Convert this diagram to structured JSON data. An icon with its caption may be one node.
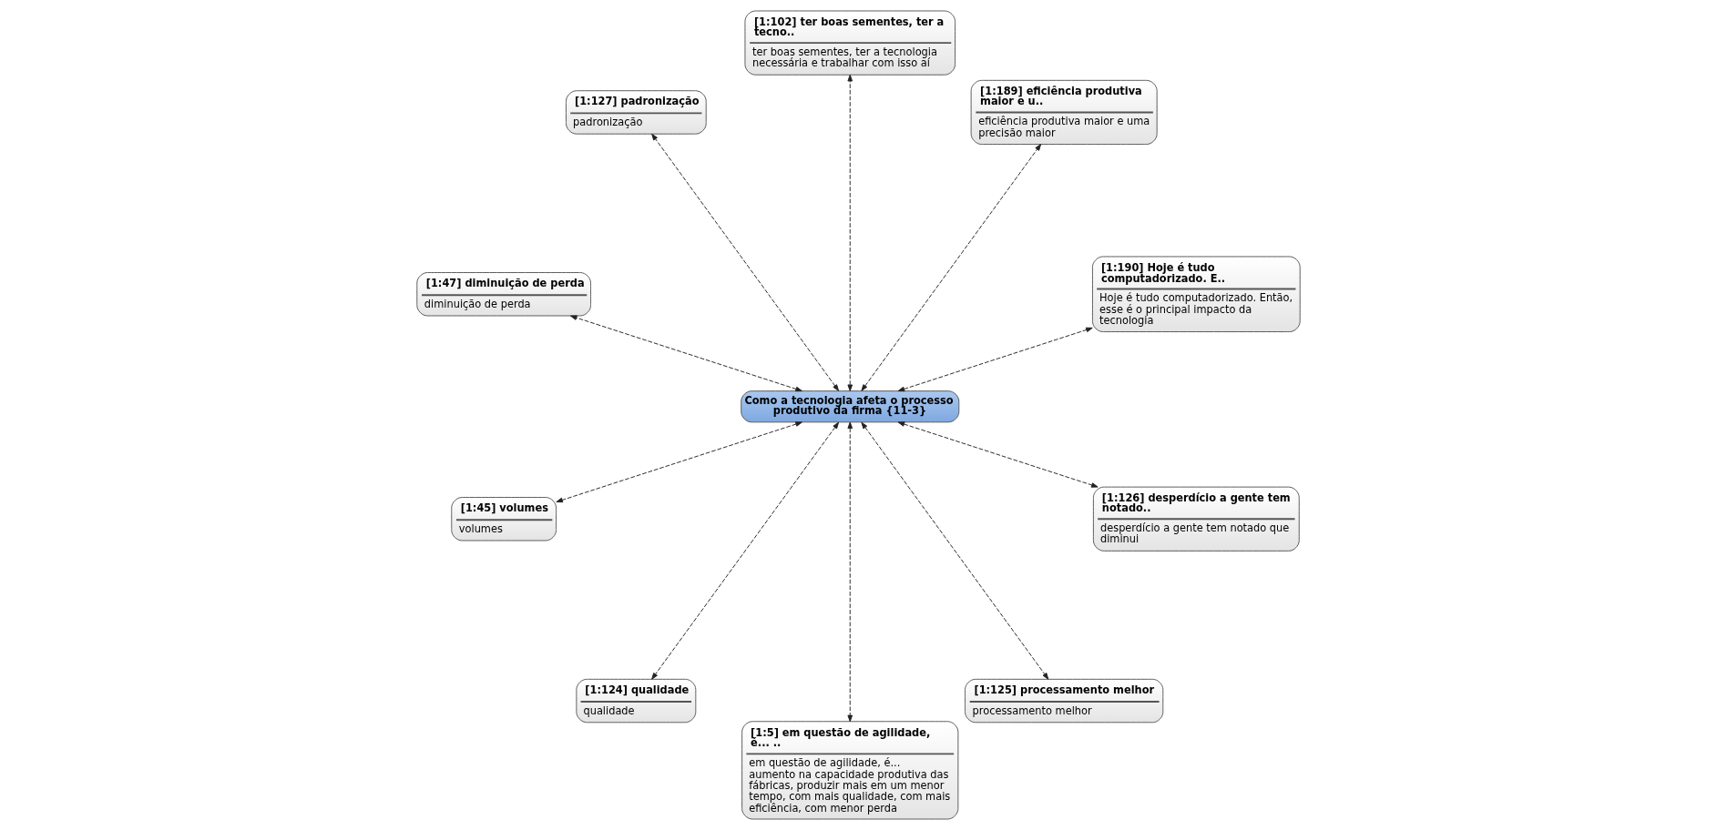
{
  "diagram": {
    "nodes": [
      {
        "text": [
          "Como a tecnologia afeta o processo produtivo da firma {11-3}"
        ]
      },
      {
        "text": [
          "[1:190] Hoje é tudo computadorizado. E..",
          "Hoje é tudo computadorizado. Então, esse é o principal impacto da tecnologia"
        ]
      },
      {
        "text": [
          "[1:189] eficiência produtiva maior e u..",
          "eficiência produtiva maior e uma precisão maior"
        ]
      },
      {
        "text": [
          "[1:102] ter boas sementes, ter a tecno..",
          "ter boas sementes, ter a tecnologia necessária e trabalhar com isso aí"
        ]
      },
      {
        "text": [
          "[1:127] padronização",
          "padronização"
        ]
      },
      {
        "text": [
          "[1:47] diminuição de perda",
          "diminuição de perda"
        ]
      },
      {
        "text": [
          "[1:45] volumes",
          "volumes"
        ]
      },
      {
        "text": [
          "[1:124] qualidade",
          "qualidade"
        ]
      },
      {
        "text": [
          "[1:5] em questão de agilidade, é... ..",
          "em questão de agilidade, é... aumento na capacidade produtiva das fábricas, produzir mais em um menor tempo, com mais qualidade, com mais eficiência, com menor perda"
        ]
      },
      {
        "text": [
          "[1:125] processamento melhor",
          "processamento melhor"
        ]
      },
      {
        "text": [
          "[1:126] desperdício a gente tem notado..",
          "desperdício a gente tem notado que diminui"
        ]
      }
    ],
    "edges": [
      {
        "from": 0,
        "to": 1,
        "arrow": "both",
        "style": "dashed"
      },
      {
        "from": 0,
        "to": 2,
        "arrow": "both",
        "style": "dashed"
      },
      {
        "from": 0,
        "to": 3,
        "arrow": "both",
        "style": "dashed"
      },
      {
        "from": 0,
        "to": 4,
        "arrow": "both",
        "style": "dashed"
      },
      {
        "from": 0,
        "to": 5,
        "arrow": "both",
        "style": "dashed"
      },
      {
        "from": 0,
        "to": 6,
        "arrow": "both",
        "style": "dashed"
      },
      {
        "from": 0,
        "to": 7,
        "arrow": "both",
        "style": "dashed"
      },
      {
        "from": 0,
        "to": 8,
        "arrow": "both",
        "style": "dashed"
      },
      {
        "from": 0,
        "to": 9,
        "arrow": "both",
        "style": "dashed"
      },
      {
        "from": 0,
        "to": 10,
        "arrow": "both",
        "style": "dashed"
      }
    ]
  }
}
